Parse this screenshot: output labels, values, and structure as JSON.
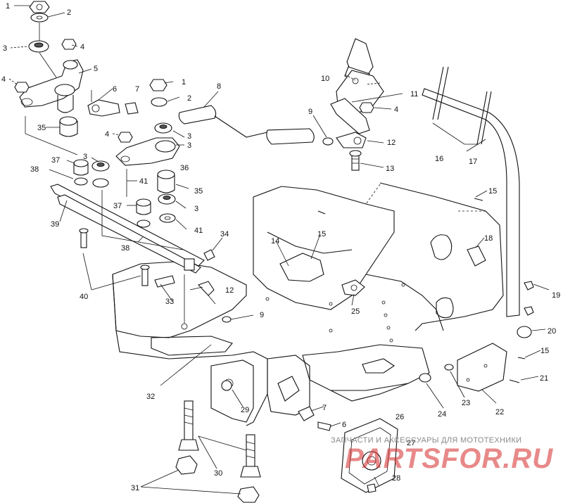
{
  "diagram": {
    "callouts": [
      "1",
      "2",
      "3",
      "4",
      "5",
      "6",
      "7",
      "8",
      "9",
      "10",
      "11",
      "12",
      "13",
      "14",
      "15",
      "16",
      "17",
      "18",
      "19",
      "20",
      "21",
      "22",
      "23",
      "24",
      "25",
      "26",
      "27",
      "28",
      "29",
      "30",
      "31",
      "32",
      "33",
      "34",
      "35",
      "36",
      "37",
      "38",
      "39",
      "40",
      "41"
    ]
  },
  "watermark": {
    "caption": "ЗАПЧАСТИ И АКСЕССУАРЫ ДЛЯ МОТОТЕХНИКИ",
    "logo": "PARTSFOR.RU",
    "color": "#d62828"
  }
}
